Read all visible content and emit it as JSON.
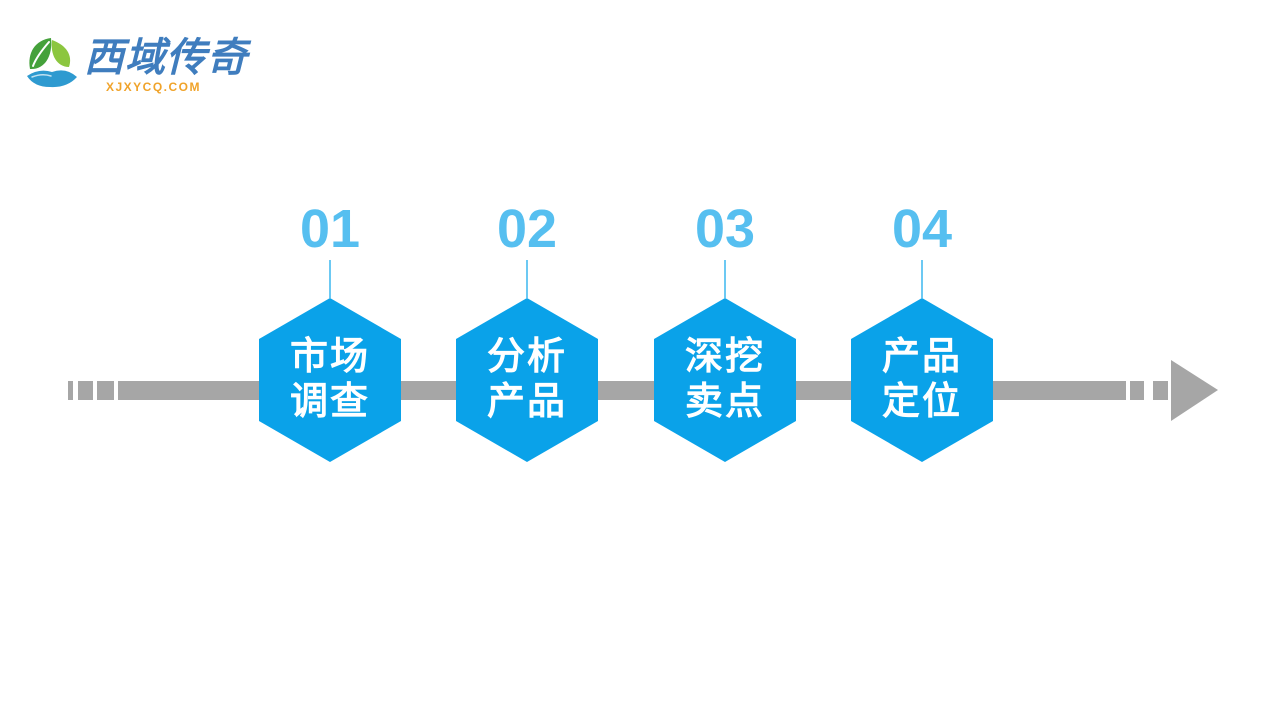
{
  "logo": {
    "brand_text": "西域传奇",
    "domain_text": "XJXYCQ.COM",
    "icon": "leaf-swoosh-icon"
  },
  "process": {
    "type": "horizontal-arrow-timeline",
    "direction": "left-to-right",
    "steps": [
      {
        "number": "01",
        "line1": "市场",
        "line2": "调查"
      },
      {
        "number": "02",
        "line1": "分析",
        "line2": "产品"
      },
      {
        "number": "03",
        "line1": "深挖",
        "line2": "卖点"
      },
      {
        "number": "04",
        "line1": "产品",
        "line2": "定位"
      }
    ]
  },
  "colors": {
    "hex-blue": "#0aa2e9",
    "number-blue": "#56bff0",
    "connector-blue": "#6cc9f3",
    "arrow-gray": "#a6a6a6",
    "brand-blue": "#3f7dbe",
    "brand-orange": "#f0a32a",
    "leaf-dark-green": "#45a13b",
    "leaf-light-green": "#8cc63f",
    "swoosh-blue": "#2e9ad0"
  }
}
